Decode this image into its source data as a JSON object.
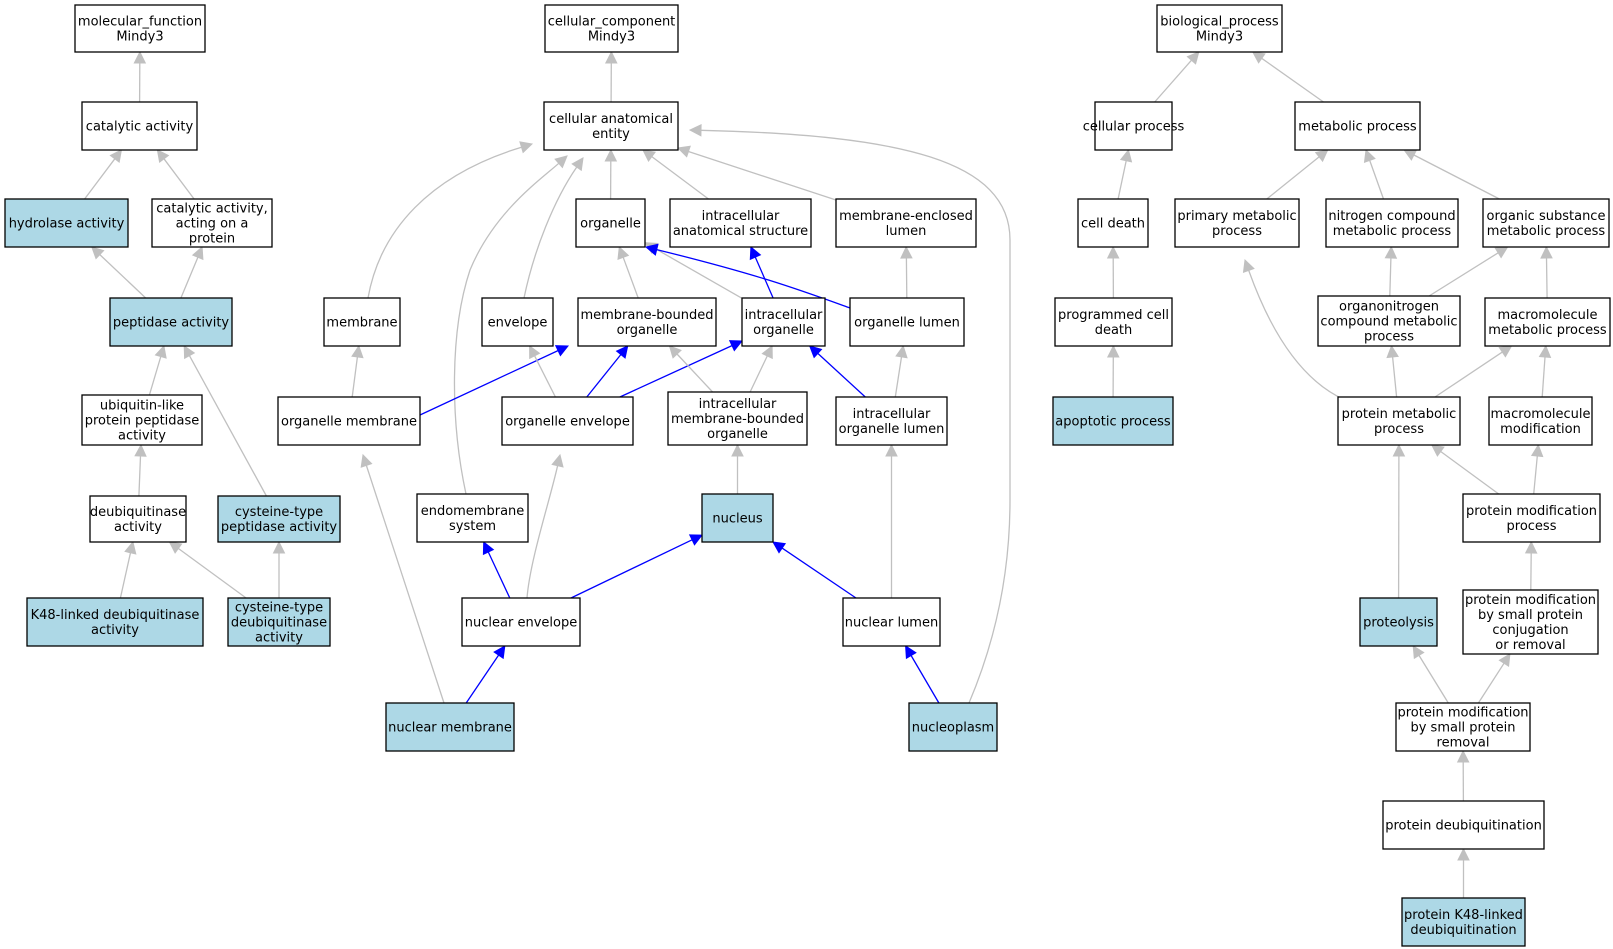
{
  "colors": {
    "highlight_fill": "#add8e6",
    "normal_fill": "#ffffff",
    "edge_gray": "#c0c0c0",
    "edge_blue": "#0000ff"
  },
  "nodes": {
    "mf_root": {
      "lines": [
        "molecular_function",
        "Mindy3"
      ],
      "hl": false
    },
    "cc_root": {
      "lines": [
        "cellular_component",
        "Mindy3"
      ],
      "hl": false
    },
    "bp_root": {
      "lines": [
        "biological_process",
        "Mindy3"
      ],
      "hl": false
    },
    "catalytic": {
      "lines": [
        "catalytic activity"
      ],
      "hl": false
    },
    "hydrolase": {
      "lines": [
        "hydrolase activity"
      ],
      "hl": true
    },
    "cat_protein": {
      "lines": [
        "catalytic activity,",
        "acting on a",
        "protein"
      ],
      "hl": false
    },
    "peptidase": {
      "lines": [
        "peptidase activity"
      ],
      "hl": true
    },
    "ubl_peptidase": {
      "lines": [
        "ubiquitin-like",
        "protein peptidase",
        "activity"
      ],
      "hl": false
    },
    "deubiq": {
      "lines": [
        "deubiquitinase",
        "activity"
      ],
      "hl": false
    },
    "cys_peptidase": {
      "lines": [
        "cysteine-type",
        "peptidase activity"
      ],
      "hl": true
    },
    "k48_deubiq": {
      "lines": [
        "K48-linked deubiquitinase",
        "activity"
      ],
      "hl": true
    },
    "cys_deubiq": {
      "lines": [
        "cysteine-type",
        "deubiquitinase",
        "activity"
      ],
      "hl": true
    },
    "cae": {
      "lines": [
        "cellular anatomical",
        "entity"
      ],
      "hl": false
    },
    "organelle": {
      "lines": [
        "organelle"
      ],
      "hl": false
    },
    "ias": {
      "lines": [
        "intracellular",
        "anatomical structure"
      ],
      "hl": false
    },
    "mel": {
      "lines": [
        "membrane-enclosed",
        "lumen"
      ],
      "hl": false
    },
    "membrane": {
      "lines": [
        "membrane"
      ],
      "hl": false
    },
    "envelope": {
      "lines": [
        "envelope"
      ],
      "hl": false
    },
    "mbo": {
      "lines": [
        "membrane-bounded",
        "organelle"
      ],
      "hl": false
    },
    "io": {
      "lines": [
        "intracellular",
        "organelle"
      ],
      "hl": false
    },
    "olumen": {
      "lines": [
        "organelle lumen"
      ],
      "hl": false
    },
    "omem": {
      "lines": [
        "organelle membrane"
      ],
      "hl": false
    },
    "oenv": {
      "lines": [
        "organelle envelope"
      ],
      "hl": false
    },
    "imbo": {
      "lines": [
        "intracellular",
        "membrane-bounded",
        "organelle"
      ],
      "hl": false
    },
    "iol": {
      "lines": [
        "intracellular",
        "organelle lumen"
      ],
      "hl": false
    },
    "endomem": {
      "lines": [
        "endomembrane",
        "system"
      ],
      "hl": false
    },
    "nucleus": {
      "lines": [
        "nucleus"
      ],
      "hl": true
    },
    "nenv": {
      "lines": [
        "nuclear envelope"
      ],
      "hl": false
    },
    "nlumen": {
      "lines": [
        "nuclear lumen"
      ],
      "hl": false
    },
    "nmem": {
      "lines": [
        "nuclear membrane"
      ],
      "hl": true
    },
    "nucleoplasm": {
      "lines": [
        "nucleoplasm"
      ],
      "hl": true
    },
    "cellproc": {
      "lines": [
        "cellular process"
      ],
      "hl": false
    },
    "metaproc": {
      "lines": [
        "metabolic process"
      ],
      "hl": false
    },
    "celldeath": {
      "lines": [
        "cell death"
      ],
      "hl": false
    },
    "primeta": {
      "lines": [
        "primary metabolic",
        "process"
      ],
      "hl": false
    },
    "ncmeta": {
      "lines": [
        "nitrogen compound",
        "metabolic process"
      ],
      "hl": false
    },
    "osmeta": {
      "lines": [
        "organic substance",
        "metabolic process"
      ],
      "hl": false
    },
    "pcd": {
      "lines": [
        "programmed cell",
        "death"
      ],
      "hl": false
    },
    "oncmeta": {
      "lines": [
        "organonitrogen",
        "compound metabolic",
        "process"
      ],
      "hl": false
    },
    "macmeta": {
      "lines": [
        "macromolecule",
        "metabolic process"
      ],
      "hl": false
    },
    "apoptotic": {
      "lines": [
        "apoptotic process"
      ],
      "hl": true
    },
    "protmeta": {
      "lines": [
        "protein metabolic",
        "process"
      ],
      "hl": false
    },
    "macmod": {
      "lines": [
        "macromolecule",
        "modification"
      ],
      "hl": false
    },
    "protmod": {
      "lines": [
        "protein modification",
        "process"
      ],
      "hl": false
    },
    "proteolysis": {
      "lines": [
        "proteolysis"
      ],
      "hl": true
    },
    "pmspcr": {
      "lines": [
        "protein modification",
        "by small protein",
        "conjugation",
        "or removal"
      ],
      "hl": false
    },
    "pmspr": {
      "lines": [
        "protein modification",
        "by small protein",
        "removal"
      ],
      "hl": false
    },
    "deubiqproc": {
      "lines": [
        "protein deubiquitination"
      ],
      "hl": false
    },
    "k48proc": {
      "lines": [
        "protein K48-linked",
        "deubiquitination"
      ],
      "hl": true
    }
  },
  "edges": [
    {
      "from": "catalytic",
      "to": "mf_root",
      "color": "gray"
    },
    {
      "from": "hydrolase",
      "to": "catalytic",
      "color": "gray"
    },
    {
      "from": "cat_protein",
      "to": "catalytic",
      "color": "gray"
    },
    {
      "from": "peptidase",
      "to": "hydrolase",
      "color": "gray"
    },
    {
      "from": "peptidase",
      "to": "cat_protein",
      "color": "gray"
    },
    {
      "from": "ubl_peptidase",
      "to": "peptidase",
      "color": "gray"
    },
    {
      "from": "cys_peptidase",
      "to": "peptidase",
      "color": "gray"
    },
    {
      "from": "deubiq",
      "to": "ubl_peptidase",
      "color": "gray"
    },
    {
      "from": "k48_deubiq",
      "to": "deubiq",
      "color": "gray"
    },
    {
      "from": "cys_deubiq",
      "to": "deubiq",
      "color": "gray"
    },
    {
      "from": "cys_deubiq",
      "to": "cys_peptidase",
      "color": "gray"
    },
    {
      "from": "cae",
      "to": "cc_root",
      "color": "gray"
    },
    {
      "from": "organelle",
      "to": "cae",
      "color": "gray"
    },
    {
      "from": "ias",
      "to": "cae",
      "color": "gray"
    },
    {
      "from": "mel",
      "to": "cae",
      "color": "gray"
    },
    {
      "from": "membrane",
      "to": "cae",
      "color": "gray"
    },
    {
      "from": "envelope",
      "to": "cae",
      "color": "gray"
    },
    {
      "from": "endomem",
      "to": "cae",
      "color": "gray"
    },
    {
      "from": "nucleoplasm",
      "to": "cae",
      "color": "gray"
    },
    {
      "from": "mbo",
      "to": "organelle",
      "color": "gray"
    },
    {
      "from": "io",
      "to": "organelle",
      "color": "gray"
    },
    {
      "from": "olumen",
      "to": "organelle",
      "color": "blue"
    },
    {
      "from": "io",
      "to": "ias",
      "color": "blue"
    },
    {
      "from": "olumen",
      "to": "mel",
      "color": "gray"
    },
    {
      "from": "omem",
      "to": "membrane",
      "color": "gray"
    },
    {
      "from": "omem",
      "to": "mbo",
      "color": "blue"
    },
    {
      "from": "oenv",
      "to": "envelope",
      "color": "gray"
    },
    {
      "from": "oenv",
      "to": "mbo",
      "color": "blue"
    },
    {
      "from": "oenv",
      "to": "io",
      "color": "blue"
    },
    {
      "from": "imbo",
      "to": "mbo",
      "color": "gray"
    },
    {
      "from": "imbo",
      "to": "io",
      "color": "gray"
    },
    {
      "from": "iol",
      "to": "io",
      "color": "blue"
    },
    {
      "from": "iol",
      "to": "olumen",
      "color": "gray"
    },
    {
      "from": "nucleus",
      "to": "imbo",
      "color": "gray"
    },
    {
      "from": "nenv",
      "to": "endomem",
      "color": "blue"
    },
    {
      "from": "nenv",
      "to": "oenv",
      "color": "gray"
    },
    {
      "from": "nenv",
      "to": "nucleus",
      "color": "blue"
    },
    {
      "from": "nlumen",
      "to": "nucleus",
      "color": "blue"
    },
    {
      "from": "nlumen",
      "to": "iol",
      "color": "gray"
    },
    {
      "from": "nmem",
      "to": "omem",
      "color": "gray"
    },
    {
      "from": "nmem",
      "to": "nenv",
      "color": "blue"
    },
    {
      "from": "nucleoplasm",
      "to": "nlumen",
      "color": "blue"
    },
    {
      "from": "cellproc",
      "to": "bp_root",
      "color": "gray"
    },
    {
      "from": "metaproc",
      "to": "bp_root",
      "color": "gray"
    },
    {
      "from": "celldeath",
      "to": "cellproc",
      "color": "gray"
    },
    {
      "from": "primeta",
      "to": "metaproc",
      "color": "gray"
    },
    {
      "from": "ncmeta",
      "to": "metaproc",
      "color": "gray"
    },
    {
      "from": "osmeta",
      "to": "metaproc",
      "color": "gray"
    },
    {
      "from": "pcd",
      "to": "celldeath",
      "color": "gray"
    },
    {
      "from": "apoptotic",
      "to": "pcd",
      "color": "gray"
    },
    {
      "from": "oncmeta",
      "to": "ncmeta",
      "color": "gray"
    },
    {
      "from": "oncmeta",
      "to": "osmeta",
      "color": "gray"
    },
    {
      "from": "macmeta",
      "to": "osmeta",
      "color": "gray"
    },
    {
      "from": "protmeta",
      "to": "primeta",
      "color": "gray"
    },
    {
      "from": "protmeta",
      "to": "oncmeta",
      "color": "gray"
    },
    {
      "from": "protmeta",
      "to": "macmeta",
      "color": "gray"
    },
    {
      "from": "macmod",
      "to": "macmeta",
      "color": "gray"
    },
    {
      "from": "protmod",
      "to": "protmeta",
      "color": "gray"
    },
    {
      "from": "protmod",
      "to": "macmod",
      "color": "gray"
    },
    {
      "from": "proteolysis",
      "to": "protmeta",
      "color": "gray"
    },
    {
      "from": "pmspcr",
      "to": "protmod",
      "color": "gray"
    },
    {
      "from": "pmspr",
      "to": "proteolysis",
      "color": "gray"
    },
    {
      "from": "pmspr",
      "to": "pmspcr",
      "color": "gray"
    },
    {
      "from": "deubiqproc",
      "to": "pmspr",
      "color": "gray"
    },
    {
      "from": "k48proc",
      "to": "deubiqproc",
      "color": "gray"
    }
  ]
}
